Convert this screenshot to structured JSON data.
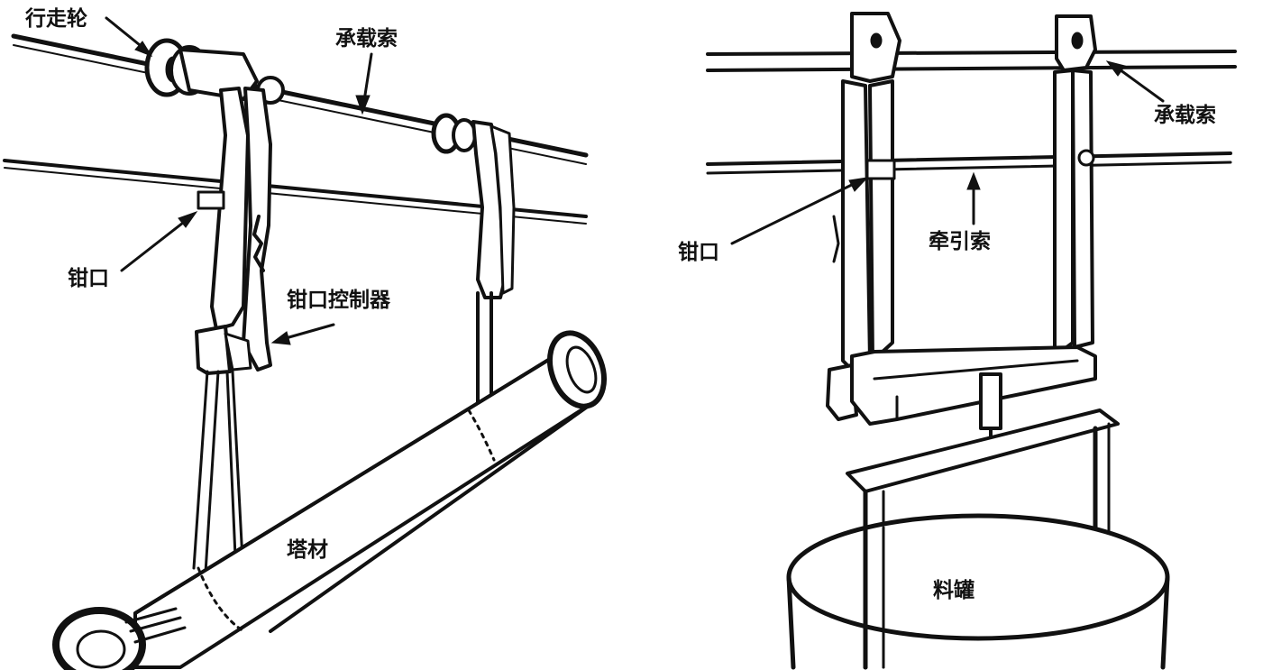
{
  "left_panel": {
    "labels": {
      "wheel": "行走轮",
      "carrying_cable": "承载索",
      "clamp": "钳口",
      "clamp_controller": "钳口控制器",
      "tower_member": "塔材"
    }
  },
  "right_panel": {
    "labels": {
      "carrying_cable": "承载索",
      "clamp": "钳口",
      "traction_cable": "牵引索",
      "bucket": "料罐"
    }
  },
  "colors": {
    "ink": "#111111",
    "paper": "#ffffff"
  }
}
